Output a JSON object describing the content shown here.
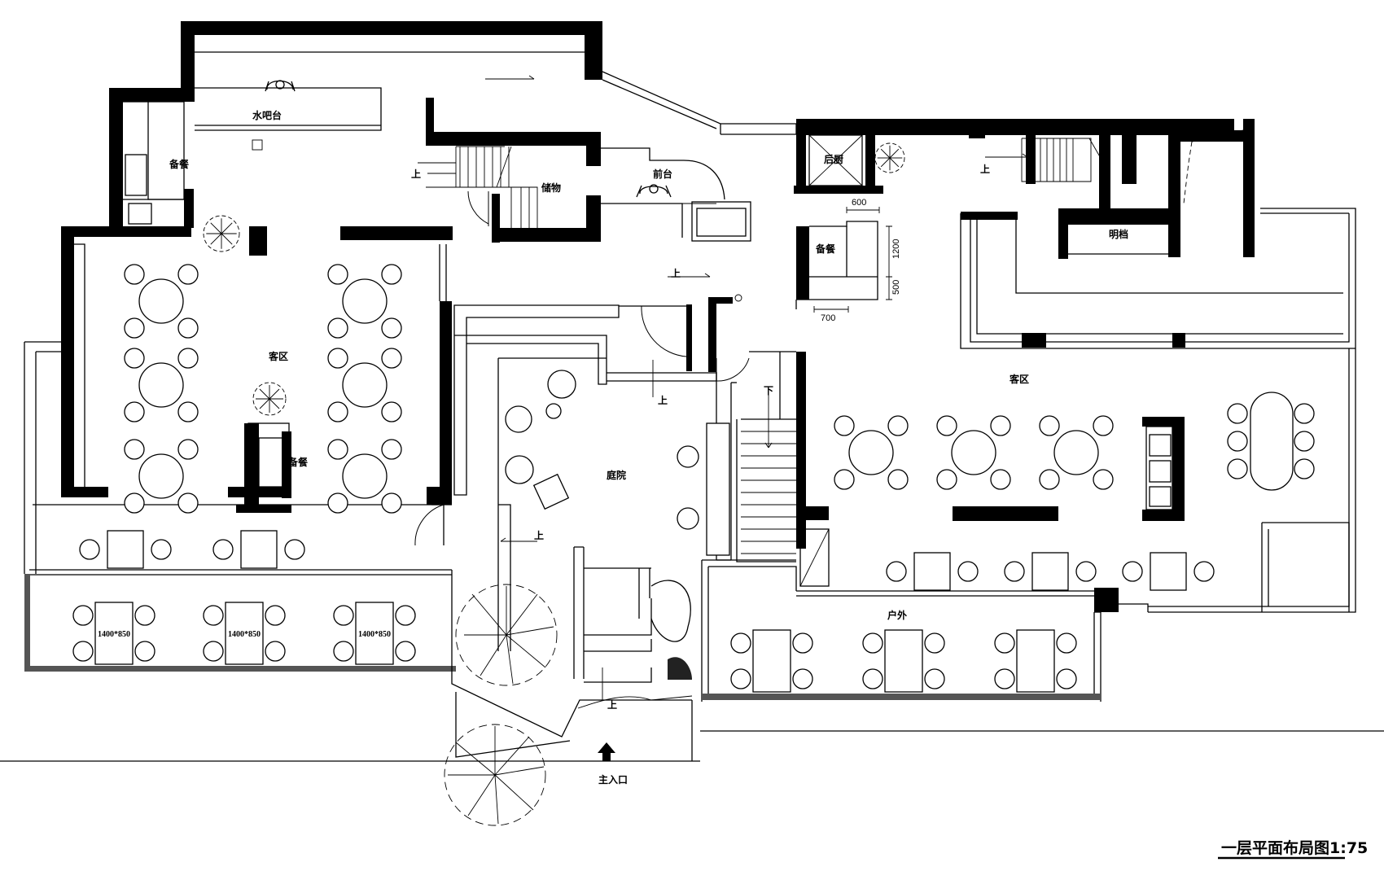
{
  "title": "一层平面布局图1:75",
  "rooms": {
    "water_bar": "水吧台",
    "prep_left": "备餐",
    "storage": "储物",
    "front_desk": "前台",
    "back_kitchen": "后厨",
    "prep_mid": "备餐",
    "open_kitchen": "明档",
    "dining_left": "客区",
    "prep_center": "备餐",
    "courtyard": "庭院",
    "dining_right": "客区",
    "outdoor": "户外",
    "main_entrance": "主入口"
  },
  "stairs": {
    "up": "上",
    "down": "下"
  },
  "dimensions": {
    "width_600": "600",
    "height_1200": "1200",
    "height_500": "500",
    "width_700": "700"
  },
  "table_size_label": "1400*850"
}
